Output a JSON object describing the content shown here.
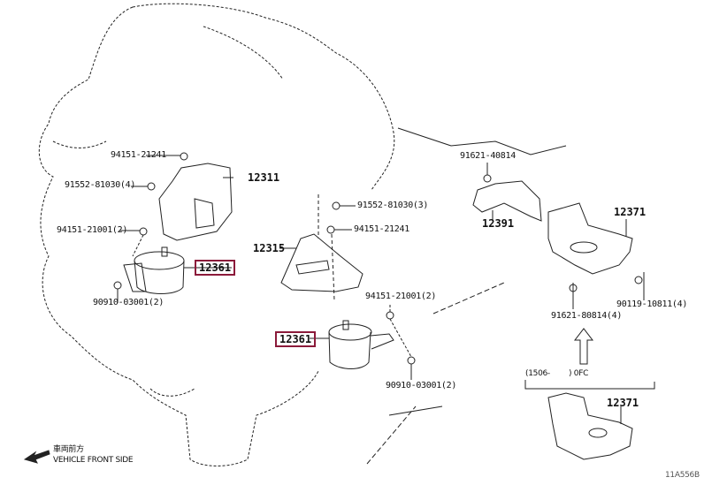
{
  "parts": {
    "p94151_21241_left": "94151-21241",
    "p12311": "12311",
    "p91552_81030_4": "91552-81030(4)",
    "p94151_21001_left": "94151-21001(2)",
    "p12361_left": "12361",
    "p90910_03001_left": "90910-03001(2)",
    "p91552_81030_3": "91552-81030(3)",
    "p94151_21241_mid": "94151-21241",
    "p12315": "12315",
    "p94151_21001_mid": "94151-21001(2)",
    "p12361_mid": "12361",
    "p90910_03001_mid": "90910-03001(2)",
    "p91621_40814": "91621-40814",
    "p12391": "12391",
    "p12371_top": "12371",
    "p91621_80814_4": "91621-80814(4)",
    "p90119_10811_4": "90119-10811(4)",
    "p12371_bottom": "12371"
  },
  "variant": {
    "from": "(1506-",
    "to": ") 0FC"
  },
  "front": {
    "jp": "車両前方",
    "en": "VEHICLE FRONT SIDE"
  },
  "diagram_id": "11A556B",
  "colors": {
    "highlight": "#8b1a3a"
  }
}
